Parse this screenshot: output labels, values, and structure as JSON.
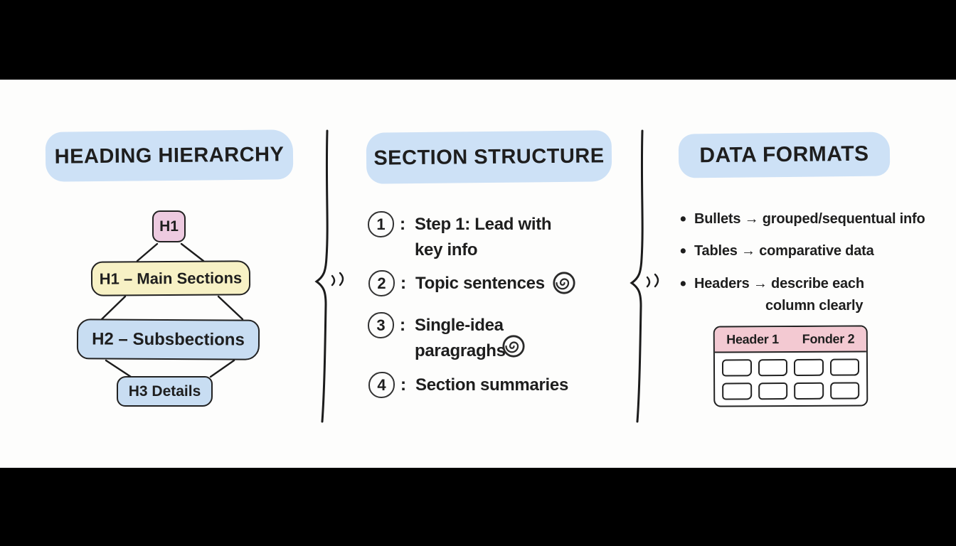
{
  "columns": {
    "heading_hierarchy": {
      "title": "HEADING HIERARCHY",
      "nodes": {
        "h1_chip": "H1",
        "main": "H1 – Main Sections",
        "sub": "H2 – Subsbections",
        "details": "H3 Details"
      }
    },
    "section_structure": {
      "title": "SECTION STRUCTURE",
      "items": [
        {
          "number": "1",
          "separator": ":",
          "line1": "Step 1: Lead with",
          "line2": "key info"
        },
        {
          "number": "2",
          "separator": ":",
          "line1": "Topic sentences"
        },
        {
          "number": "3",
          "separator": ":",
          "line1": "Single-idea",
          "line2": "paragraghs"
        },
        {
          "number": "4",
          "separator": ":",
          "line1": "Section summaries"
        }
      ]
    },
    "data_formats": {
      "title": "DATA FORMATS",
      "bullets": [
        {
          "marker": "•",
          "line1": "Bullets → grouped/sequentual info"
        },
        {
          "marker": "•",
          "line1": "Tables → comparative data"
        },
        {
          "marker": "•",
          "line1": "Headers → describe each",
          "line2": "column clearly"
        }
      ],
      "table": {
        "headers": [
          "Header 1",
          "Fonder 2"
        ]
      }
    }
  },
  "colors": {
    "highlight_blue": "#cde1f6",
    "chip_pink": "#edcae0",
    "box_yellow": "#f7f1c5",
    "box_blue": "#c8ddf2",
    "table_header_pink": "#f3c9d2",
    "ink": "#1e1e1e"
  }
}
